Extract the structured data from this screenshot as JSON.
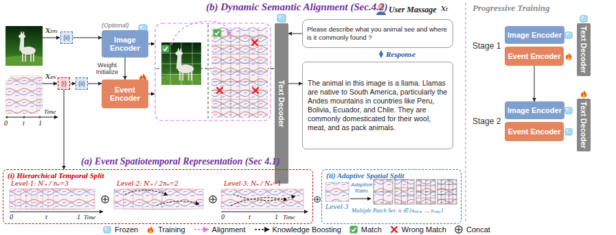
{
  "diagram": {
    "nodes": [
      {
        "text": [
          "(ii)"
        ]
      },
      {
        "text": [
          "(i)"
        ]
      },
      {
        "text": [
          "(ii)"
        ]
      },
      {
        "text": [
          "(Optional)",
          "Image Encoder"
        ]
      },
      {
        "text": [
          "Event Encoder"
        ]
      },
      {
        "text": [
          "Text Decoder"
        ]
      },
      {
        "text": [
          "Please describe what you animal see and where is it commonly found ?"
        ]
      },
      {
        "text": [
          "The animal in this image is a llama. Llamas are native to South America, particularly the Andes mountains in countries like Peru, Bolivia, Ecuador, and Chile. They are commonly domesticated for their wool, meat, and as pack animals."
        ]
      },
      {
        "text": [
          "Image Encoder"
        ]
      },
      {
        "text": [
          "Event Encoder"
        ]
      },
      {
        "text": [
          "Text Decoder"
        ]
      },
      {
        "text": [
          "Image Encoder"
        ]
      },
      {
        "text": [
          "Event Encoder"
        ]
      },
      {
        "text": [
          "Text Decoder"
        ]
      },
      {
        "text": [
          "(i) Hierarchical Temporal Split"
        ]
      },
      {
        "text": [
          "(ii) Adaptive Spatial Split"
        ]
      }
    ],
    "edges": [
      {
        "from": 0,
        "to": 3,
        "arrow": "to"
      },
      {
        "from": 1,
        "to": 2,
        "arrow": "to"
      },
      {
        "from": 2,
        "to": 4,
        "arrow": "to"
      },
      {
        "from": 3,
        "to": 4,
        "label": "Weight Initialize",
        "arrow": "to"
      },
      {
        "from": 6,
        "to": 5,
        "arrow": "to"
      },
      {
        "from": 5,
        "to": 7,
        "arrow": "to"
      },
      {
        "from": 1,
        "to": 14,
        "arrow": "to"
      },
      {
        "from": 9,
        "to": 11,
        "arrow": "to"
      }
    ],
    "labels": [
      "(b) Dynamic Semantic Alignment (Sec.4.2)",
      "User Massage",
      "xₜ",
      "xᵢₘ",
      "xₑᵥ",
      "0",
      "t",
      "1",
      "Time",
      "Response",
      "(a) Event Spatiotemporal Representation (Sec 4.1)",
      "Progressive Training",
      "Stage 1",
      "Stage 2",
      "Level-1: N′ₑ / nₑ=3",
      "Level-2: N′ₑ / 2nₑ=2",
      "Level-3: Nₑ / Nₑ=1",
      "0",
      "t",
      "1",
      "Time",
      "0",
      "t",
      "1",
      "Time",
      "Level-3",
      "Adaptive Ratio",
      "Multiple Patch Set: n ∈ {nₘᵢₙ, ..., nₘₐₓ}"
    ],
    "legend": [
      {
        "text": "Frozen"
      },
      {
        "text": "Training"
      },
      {
        "text": "Alignment"
      },
      {
        "text": "Knowledge Boosting"
      },
      {
        "text": "Match"
      },
      {
        "text": "Wrong Match"
      },
      {
        "text": "Concat"
      }
    ]
  }
}
